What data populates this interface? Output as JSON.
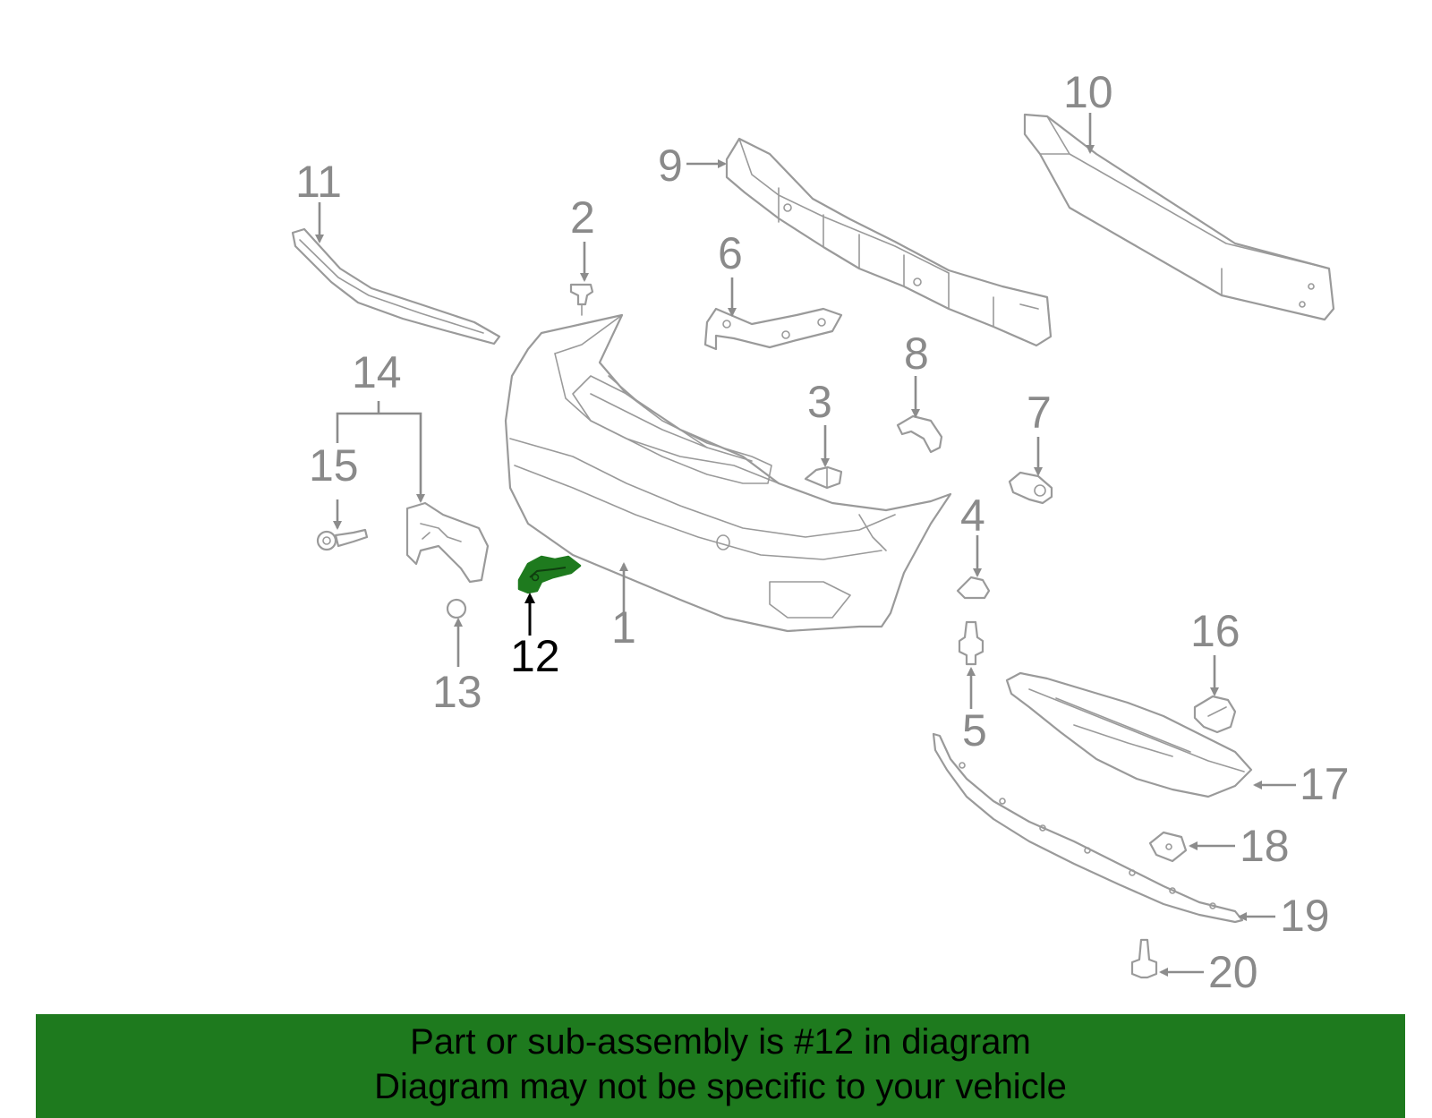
{
  "diagram": {
    "selected_part": "12",
    "highlight_color": "#1e7a1e",
    "part_line_color": "#9a9a9a",
    "labels": {
      "p1": "1",
      "p2": "2",
      "p3": "3",
      "p4": "4",
      "p5": "5",
      "p6": "6",
      "p7": "7",
      "p8": "8",
      "p9": "9",
      "p10": "10",
      "p11": "11",
      "p12": "12",
      "p13": "13",
      "p14": "14",
      "p15": "15",
      "p16": "16",
      "p17": "17",
      "p18": "18",
      "p19": "19",
      "p20": "20"
    }
  },
  "banner": {
    "line1": "Part or sub-assembly is #12 in diagram",
    "line2": "Diagram may not be specific to your vehicle",
    "background": "#1e7a1e"
  }
}
